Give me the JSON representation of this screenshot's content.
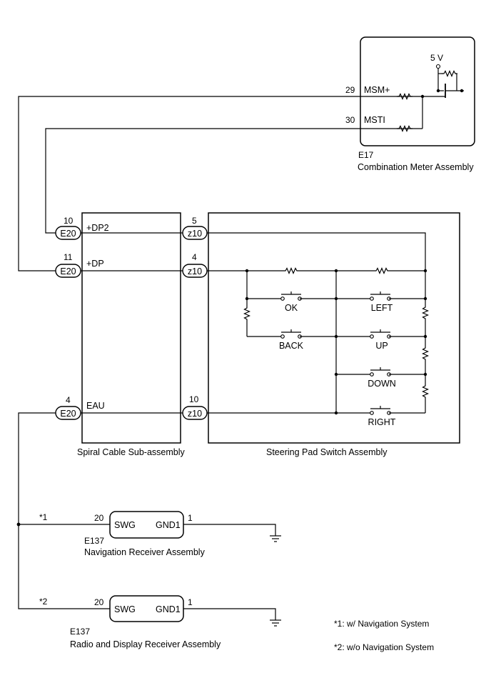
{
  "meter": {
    "code": "E17",
    "name": "Combination Meter Assembly",
    "voltage": "5 V",
    "pins": [
      {
        "num": "29",
        "name": "MSM+"
      },
      {
        "num": "30",
        "name": "MSTI"
      }
    ]
  },
  "spiral": {
    "name": "Spiral Cable Sub-assembly",
    "connector_left": "E20",
    "connector_right": "z10",
    "left_pins": [
      {
        "num": "10",
        "name": "+DP2"
      },
      {
        "num": "11",
        "name": "+DP"
      },
      {
        "num": "4",
        "name": "EAU"
      }
    ],
    "right_pins": [
      "5",
      "4",
      "10"
    ]
  },
  "pad": {
    "name": "Steering Pad Switch Assembly",
    "switches": [
      "OK",
      "LEFT",
      "BACK",
      "UP",
      "DOWN",
      "RIGHT"
    ]
  },
  "nav": {
    "code": "E137",
    "name": "Navigation Receiver Assembly",
    "note": "*1",
    "pin_left": "20",
    "pin_right": "1",
    "swg": "SWG",
    "gnd": "GND1"
  },
  "radio": {
    "code": "E137",
    "name": "Radio and Display Receiver Assembly",
    "note": "*2",
    "pin_left": "20",
    "pin_right": "1",
    "swg": "SWG",
    "gnd": "GND1"
  },
  "notes": [
    "*1: w/ Navigation System",
    "*2: w/o Navigation System"
  ]
}
